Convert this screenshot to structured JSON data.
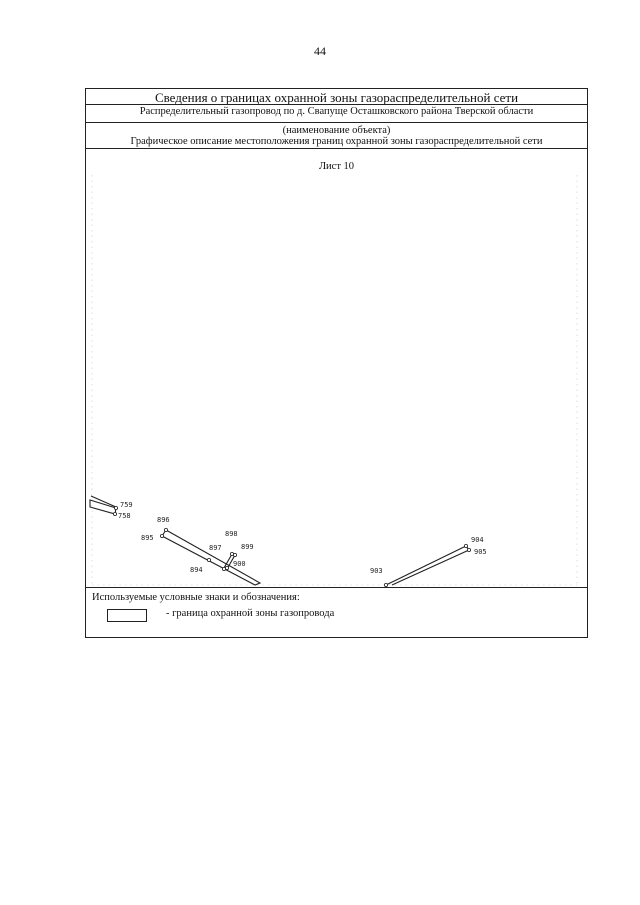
{
  "page_number": "44",
  "document": {
    "title": "Сведения о границах охранной зоны газораспределительной сети",
    "object_name": "Распределительный газопровод по д. Свапуще Осташковского района Тверской области",
    "object_caption": "(наименование объекта)",
    "section_title": "Графическое описание местоположения границ охранной зоны газораспределительной сети",
    "sheet_label": "Лист 10"
  },
  "map": {
    "points": [
      {
        "id": "759",
        "label": "759"
      },
      {
        "id": "758",
        "label": "758"
      },
      {
        "id": "896",
        "label": "896"
      },
      {
        "id": "895",
        "label": "895"
      },
      {
        "id": "898",
        "label": "898"
      },
      {
        "id": "897",
        "label": "897"
      },
      {
        "id": "899",
        "label": "899"
      },
      {
        "id": "894",
        "label": "894"
      },
      {
        "id": "900",
        "label": "900"
      },
      {
        "id": "903",
        "label": "903"
      },
      {
        "id": "904",
        "label": "904"
      },
      {
        "id": "905",
        "label": "905"
      }
    ]
  },
  "legend": {
    "title": "Используемые условные знаки и обозначения:",
    "items": [
      {
        "label": "- граница охранной зоны газопровода"
      }
    ]
  }
}
